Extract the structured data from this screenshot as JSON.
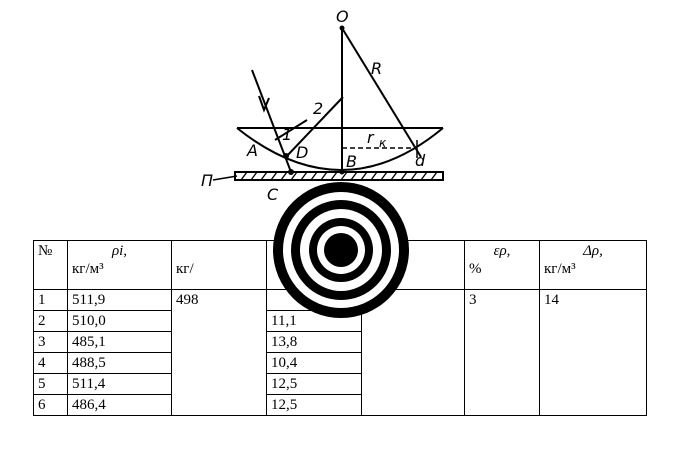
{
  "figure": {
    "labels": {
      "o": "O",
      "r": "R",
      "two": "2",
      "one": "1",
      "a": "A",
      "d_small": "D",
      "b": "B",
      "d": "d",
      "c": "C",
      "rk": "r",
      "k": "к",
      "p": "П"
    }
  },
  "table": {
    "headers": [
      {
        "sym": "№",
        "unit": ""
      },
      {
        "sym": "ρi,",
        "unit": "кг/м³"
      },
      {
        "sym": "",
        "unit": "кг/"
      },
      {
        "sym": "",
        "unit": ""
      },
      {
        "sym": "",
        "unit": ""
      },
      {
        "sym": "ερ,",
        "unit": "%"
      },
      {
        "sym": "Δρ,",
        "unit": "кг/м³"
      }
    ],
    "rows": [
      [
        "1",
        "511,9",
        "498",
        "",
        "",
        "3",
        "14"
      ],
      [
        "2",
        "510,0",
        "",
        "11,1",
        "",
        "",
        ""
      ],
      [
        "3",
        "485,1",
        "",
        "13,8",
        "",
        "",
        ""
      ],
      [
        "4",
        "488,5",
        "",
        "10,4",
        "",
        "",
        ""
      ],
      [
        "5",
        "511,4",
        "",
        "12,5",
        "",
        "",
        ""
      ],
      [
        "6",
        "486,4",
        "",
        "12,5",
        "",
        "",
        ""
      ]
    ]
  }
}
